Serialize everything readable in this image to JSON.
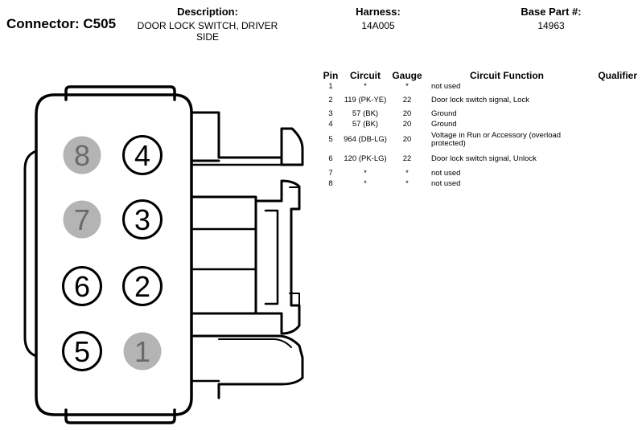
{
  "header": {
    "connector": "Connector: C505",
    "description_label": "Description:",
    "description_value": "DOOR LOCK SWITCH, DRIVER SIDE",
    "harness_label": "Harness:",
    "harness_value": "14A005",
    "base_part_label": "Base Part #:",
    "base_part_value": "14963"
  },
  "table": {
    "headers": {
      "pin": "Pin",
      "circuit": "Circuit",
      "gauge": "Gauge",
      "function": "Circuit Function",
      "qualifier": "Qualifier"
    },
    "rows": [
      {
        "pin": "1",
        "circuit": "*",
        "gauge": "*",
        "function": "not used",
        "qualifier": ""
      },
      {
        "pin": "2",
        "circuit": "119 (PK-YE)",
        "gauge": "22",
        "function": "Door lock switch signal, Lock",
        "qualifier": ""
      },
      {
        "pin": "3",
        "circuit": "57 (BK)",
        "gauge": "20",
        "function": "Ground",
        "qualifier": ""
      },
      {
        "pin": "4",
        "circuit": "57 (BK)",
        "gauge": "20",
        "function": "Ground",
        "qualifier": ""
      },
      {
        "pin": "5",
        "circuit": "964 (DB-LG)",
        "gauge": "20",
        "function": "Voltage in Run or Accessory (overload protected)",
        "qualifier": ""
      },
      {
        "pin": "6",
        "circuit": "120 (PK-LG)",
        "gauge": "22",
        "function": "Door lock switch signal, Unlock",
        "qualifier": ""
      },
      {
        "pin": "7",
        "circuit": "*",
        "gauge": "*",
        "function": "not used",
        "qualifier": ""
      },
      {
        "pin": "8",
        "circuit": "*",
        "gauge": "*",
        "function": "not used",
        "qualifier": ""
      }
    ]
  },
  "diagram": {
    "pins": [
      {
        "label": "8",
        "used": false
      },
      {
        "label": "4",
        "used": true
      },
      {
        "label": "7",
        "used": false
      },
      {
        "label": "3",
        "used": true
      },
      {
        "label": "6",
        "used": true
      },
      {
        "label": "2",
        "used": true
      },
      {
        "label": "5",
        "used": true
      },
      {
        "label": "1",
        "used": false
      }
    ],
    "colors": {
      "unused_fill": "#b4b4b4",
      "outline": "#000000",
      "background": "#ffffff"
    }
  }
}
